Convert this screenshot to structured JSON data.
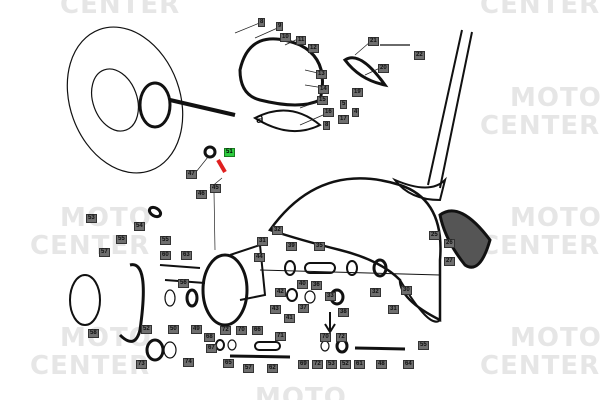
{
  "watermark": {
    "line1": "MOTO",
    "line2": "CENTER"
  },
  "highlight": {
    "label": "51",
    "color": "#2ecc40",
    "part_color": "#e02020"
  },
  "labels": [
    "8",
    "9",
    "10",
    "11",
    "12",
    "13",
    "14",
    "15",
    "16",
    "17",
    "8",
    "21",
    "22",
    "20",
    "19",
    "5",
    "4",
    "47",
    "45",
    "46",
    "53",
    "54",
    "55",
    "60",
    "57",
    "55",
    "63",
    "56",
    "58",
    "52",
    "50",
    "49",
    "73",
    "74",
    "31",
    "32",
    "39",
    "35",
    "44",
    "40",
    "42",
    "43",
    "41",
    "37",
    "36",
    "33",
    "38",
    "25",
    "26",
    "27",
    "30",
    "31",
    "32",
    "72",
    "70",
    "66",
    "71",
    "68",
    "67",
    "65",
    "62",
    "57",
    "70",
    "72",
    "69",
    "72",
    "53",
    "52",
    "61",
    "48",
    "64",
    "55"
  ],
  "letter_a": "a"
}
